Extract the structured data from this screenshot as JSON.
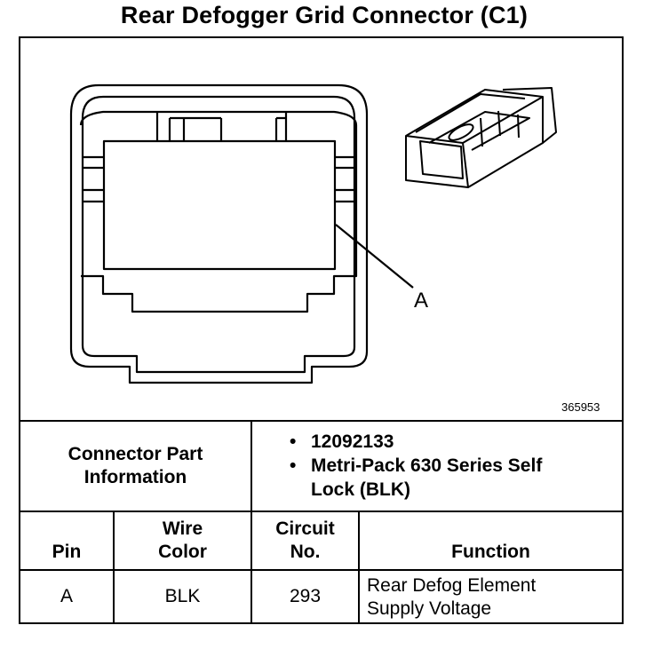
{
  "title": "Rear Defogger Grid Connector (C1)",
  "figure": {
    "callout_label": "A",
    "figure_id": "365953"
  },
  "connector_info": {
    "label_line1": "Connector Part",
    "label_line2": "Information",
    "bullets": [
      "12092133",
      "Metri-Pack 630 Series Self",
      "Lock (BLK)"
    ],
    "bullet_char": "•"
  },
  "table": {
    "headers": {
      "pin": "Pin",
      "wire_line1": "Wire",
      "wire_line2": "Color",
      "circuit_line1": "Circuit",
      "circuit_line2": "No.",
      "function": "Function"
    },
    "rows": [
      {
        "pin": "A",
        "wire_color": "BLK",
        "circuit": "293",
        "function_line1": "Rear Defog Element",
        "function_line2": "Supply Voltage"
      }
    ]
  }
}
